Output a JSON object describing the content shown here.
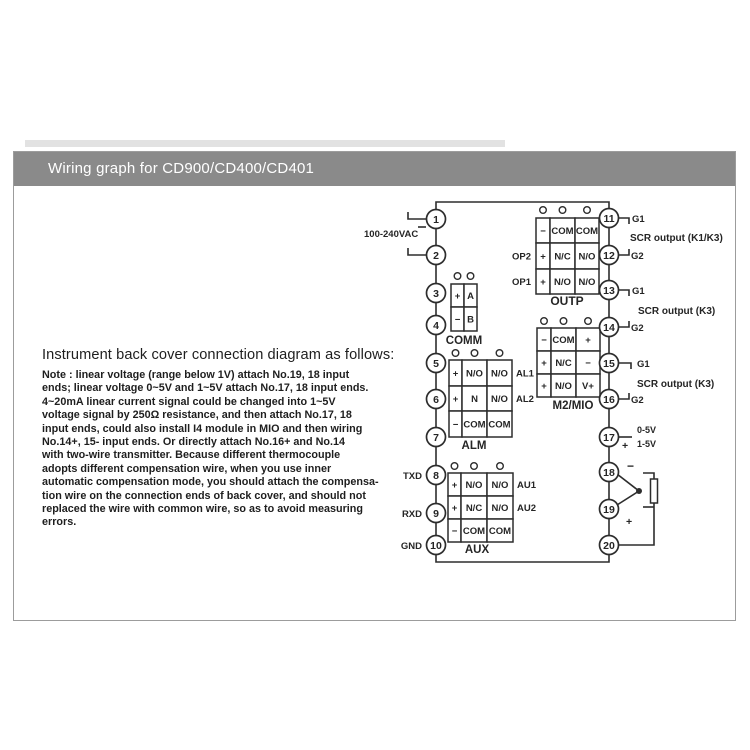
{
  "header": {
    "title": "Wiring graph for CD900/CD400/CD401"
  },
  "content": {
    "title": "Instrument back cover connection diagram as follows:",
    "note": "Note : linear voltage (range below 1V) attach No.19, 18 input\nends; linear voltage 0~5V and 1~5V attach No.17, 18 input ends.\n4~20mA linear current signal could be changed into 1~5V\nvoltage signal by 250Ω resistance, and then attach No.17, 18\ninput ends, could also install I4 module in MIO and then wiring\nNo.14+, 15- input ends. Or directly attach No.16+ and No.14\nwith two-wire transmitter. Because different thermocouple\nadopts different compensation wire, when you use inner\nautomatic compensation mode, you should attach the compensa-\ntion wire on the connection ends of back cover, and should not\nreplaced the wire with common wire, so as to avoid measuring\nerrors."
  },
  "diagram": {
    "terminals": [
      "1",
      "2",
      "3",
      "4",
      "5",
      "6",
      "7",
      "8",
      "9",
      "10",
      "11",
      "12",
      "13",
      "14",
      "15",
      "16",
      "17",
      "18",
      "19",
      "20"
    ],
    "power_label": "100-240VAC",
    "serial": {
      "txd": "TXD",
      "rxd": "RXD",
      "gnd": "GND"
    },
    "blocks": {
      "comm": {
        "label": "COMM",
        "rows": [
          [
            "+",
            "A"
          ],
          [
            "−",
            "B"
          ]
        ]
      },
      "alm": {
        "label": "ALM",
        "rows": [
          [
            "+",
            "N/O",
            "N/O"
          ],
          [
            "+",
            "N",
            "N/O"
          ],
          [
            "−",
            "COM",
            "COM"
          ]
        ],
        "tags": [
          "AL1",
          "AL2"
        ]
      },
      "aux": {
        "label": "AUX",
        "rows": [
          [
            "+",
            "N/O",
            "N/O"
          ],
          [
            "+",
            "N/C",
            "N/O"
          ],
          [
            "−",
            "COM",
            "COM"
          ]
        ],
        "tags": [
          "AU1",
          "AU2"
        ]
      },
      "outp": {
        "label": "OUTP",
        "rows": [
          [
            "−",
            "COM",
            "COM"
          ],
          [
            "+",
            "N/C",
            "N/O"
          ],
          [
            "+",
            "N/O",
            "N/O"
          ]
        ],
        "tags": [
          "OP2",
          "OP1"
        ]
      },
      "m2mio": {
        "label": "M2/MIO",
        "rows": [
          [
            "−",
            "COM",
            "+"
          ],
          [
            "+",
            "N/C",
            "−"
          ],
          [
            "+",
            "N/O",
            "V+"
          ]
        ]
      }
    },
    "scr_groups": [
      {
        "g_top": "G1",
        "g_bottom": "G2",
        "label": "SCR output (K1/K3)"
      },
      {
        "g_top": "G1",
        "g_bottom": "G2",
        "label": "SCR output (K3)"
      },
      {
        "g_top": "G1",
        "g_bottom": "G2",
        "label": "SCR output (K3)"
      }
    ],
    "analog": {
      "v_top": "0-5V",
      "v_bottom": "1-5V",
      "plus_17": "+",
      "minus_18": "−",
      "plus_19": "+"
    },
    "colors": {
      "line": "#2d2d2d",
      "header_bg": "#8a8a8a"
    }
  }
}
